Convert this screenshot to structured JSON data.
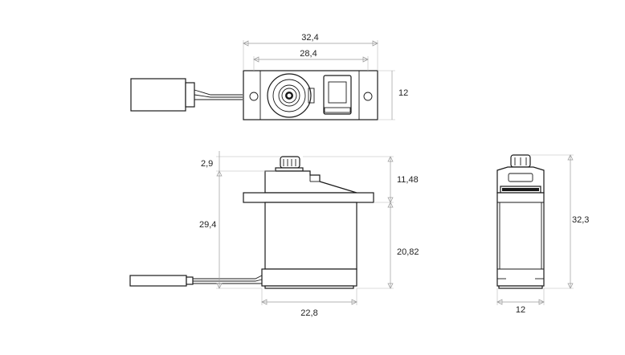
{
  "top_view": {
    "dimensions": {
      "overall_width": "32,4",
      "mount_hole_spacing": "28,4",
      "depth": "12"
    }
  },
  "front_view": {
    "dimensions": {
      "spline_height": "2,9",
      "upper_height": "11,48",
      "body_height": "29,4",
      "lower_height": "20,82",
      "body_width": "22,8"
    }
  },
  "side_view": {
    "dimensions": {
      "overall_height": "32,3",
      "width": "12"
    }
  }
}
